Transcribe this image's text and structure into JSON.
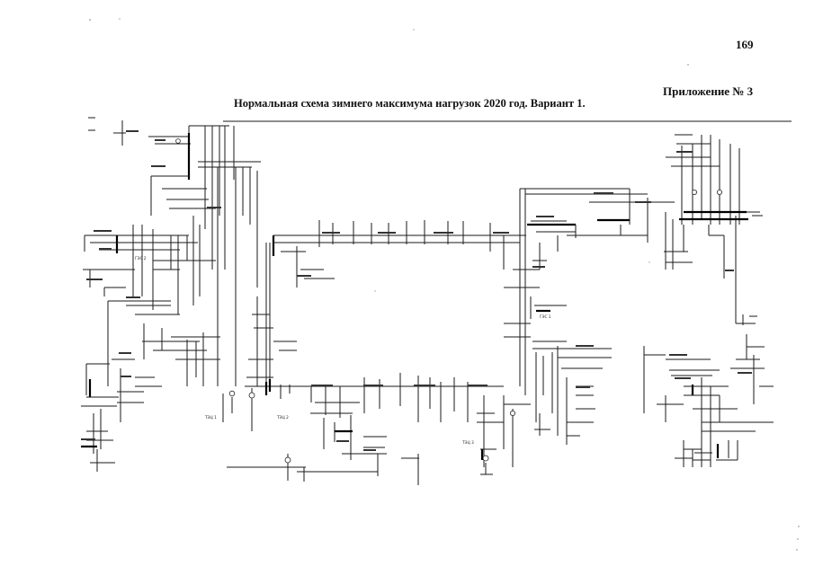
{
  "page": {
    "number": "169",
    "appendix": "Приложение № 3",
    "title": "Нормальная схема зимнего максимума нагрузок 2020 год. Вариант 1."
  },
  "diagram": {
    "readable_labels": [
      "ГЭС 2",
      "ТЭЦ 1",
      "ТЭЦ 2",
      "ГЭС 1",
      "ТЭЦ 3"
    ]
  }
}
